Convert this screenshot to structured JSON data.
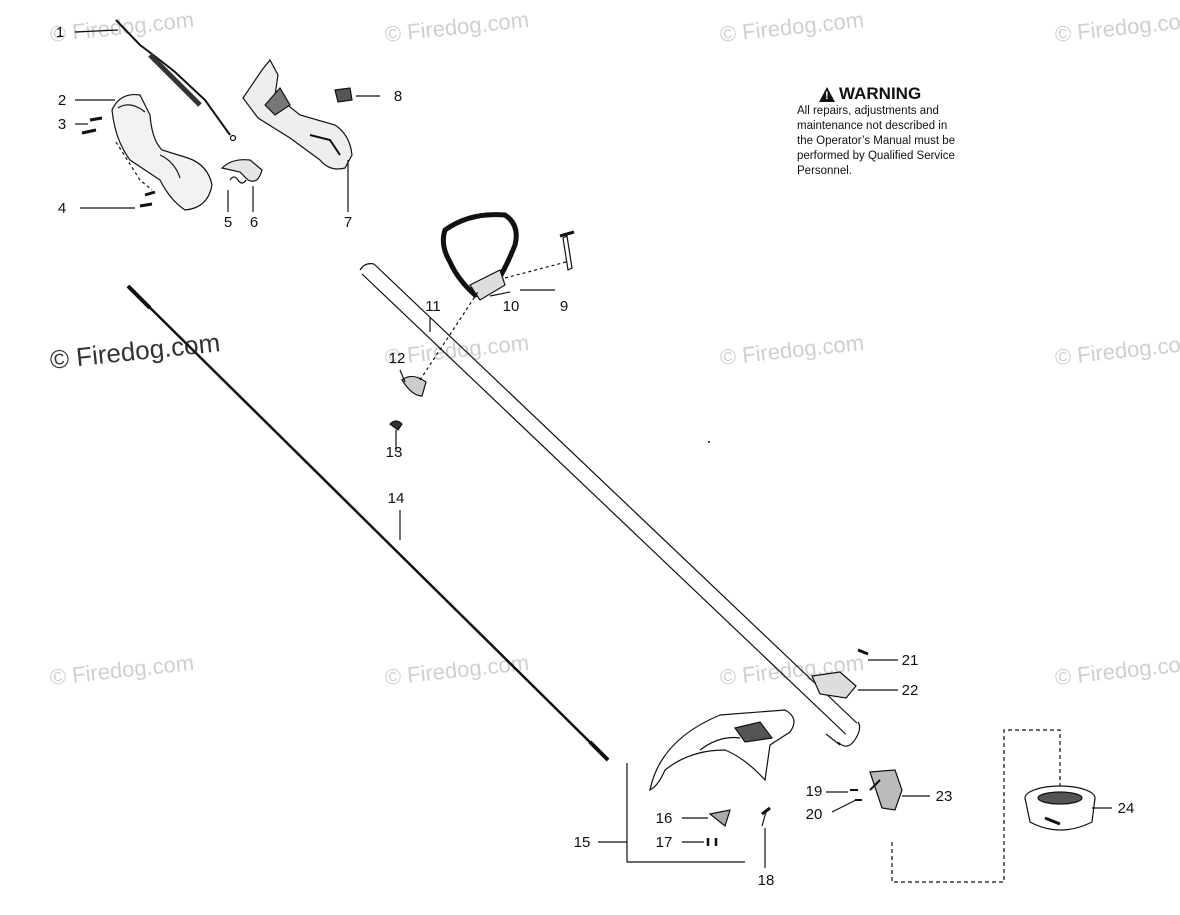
{
  "watermark": {
    "text": "Firedog.com",
    "symbol": "©"
  },
  "warning": {
    "title": "WARNING",
    "body": "All repairs, adjustments and\nmaintenance not described in\nthe Operator’s Manual must be\nperformed by Qualified Service\nPersonnel."
  },
  "parts": {
    "p1": "1",
    "p2": "2",
    "p3": "3",
    "p4": "4",
    "p5": "5",
    "p6": "6",
    "p7": "7",
    "p8": "8",
    "p9": "9",
    "p10": "10",
    "p11": "11",
    "p12": "12",
    "p13": "13",
    "p14": "14",
    "p15": "15",
    "p16": "16",
    "p17": "17",
    "p18": "18",
    "p19": "19",
    "p20": "20",
    "p21": "21",
    "p22": "22",
    "p23": "23",
    "p24": "24"
  },
  "colors": {
    "line": "#111111",
    "watermark": "#cfcfcf",
    "part_fill": "#ffffff",
    "part_shade": "#555555"
  }
}
